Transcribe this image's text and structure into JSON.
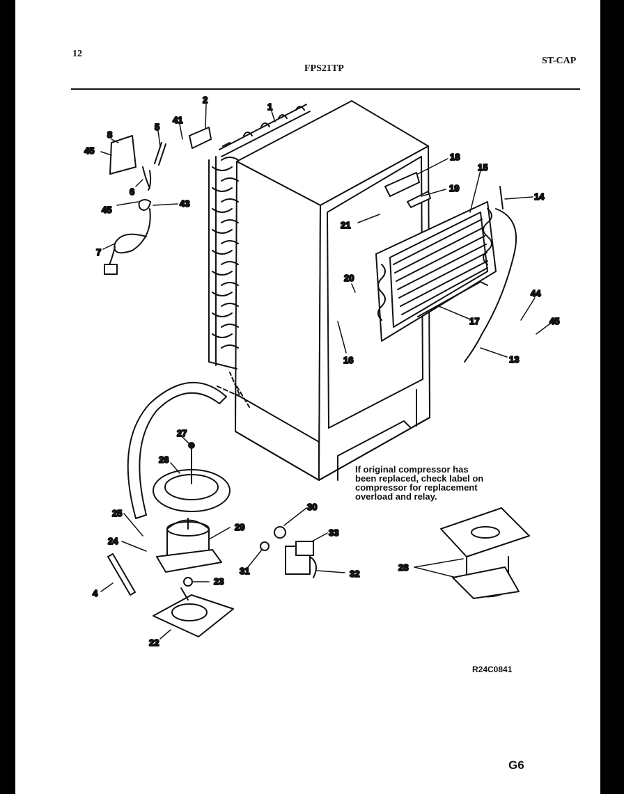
{
  "header": {
    "page_number": "12",
    "model": "FPS21TP",
    "code": "ST-CAP"
  },
  "callouts": {
    "c1": "1",
    "c2": "2",
    "c4": "4",
    "c5": "5",
    "c6": "6",
    "c7": "7",
    "c8": "8",
    "c13": "13",
    "c14": "14",
    "c15": "15",
    "c16": "16",
    "c17": "17",
    "c18": "18",
    "c19": "19",
    "c20": "20",
    "c21": "21",
    "c22": "22",
    "c23": "23",
    "c24": "24",
    "c25": "25",
    "c26": "26",
    "c27": "27",
    "c28": "28",
    "c29": "29",
    "c30": "30",
    "c31": "31",
    "c32": "32",
    "c33": "33",
    "c41": "41",
    "c43": "43",
    "c44": "44",
    "c45": "45"
  },
  "note": {
    "line1": "If original compressor has",
    "line2": "been replaced, check label on",
    "line3": "compressor for replacement",
    "line4": "overload and relay."
  },
  "footer": {
    "reference_code": "R24C0841",
    "sheet_id": "G6"
  }
}
